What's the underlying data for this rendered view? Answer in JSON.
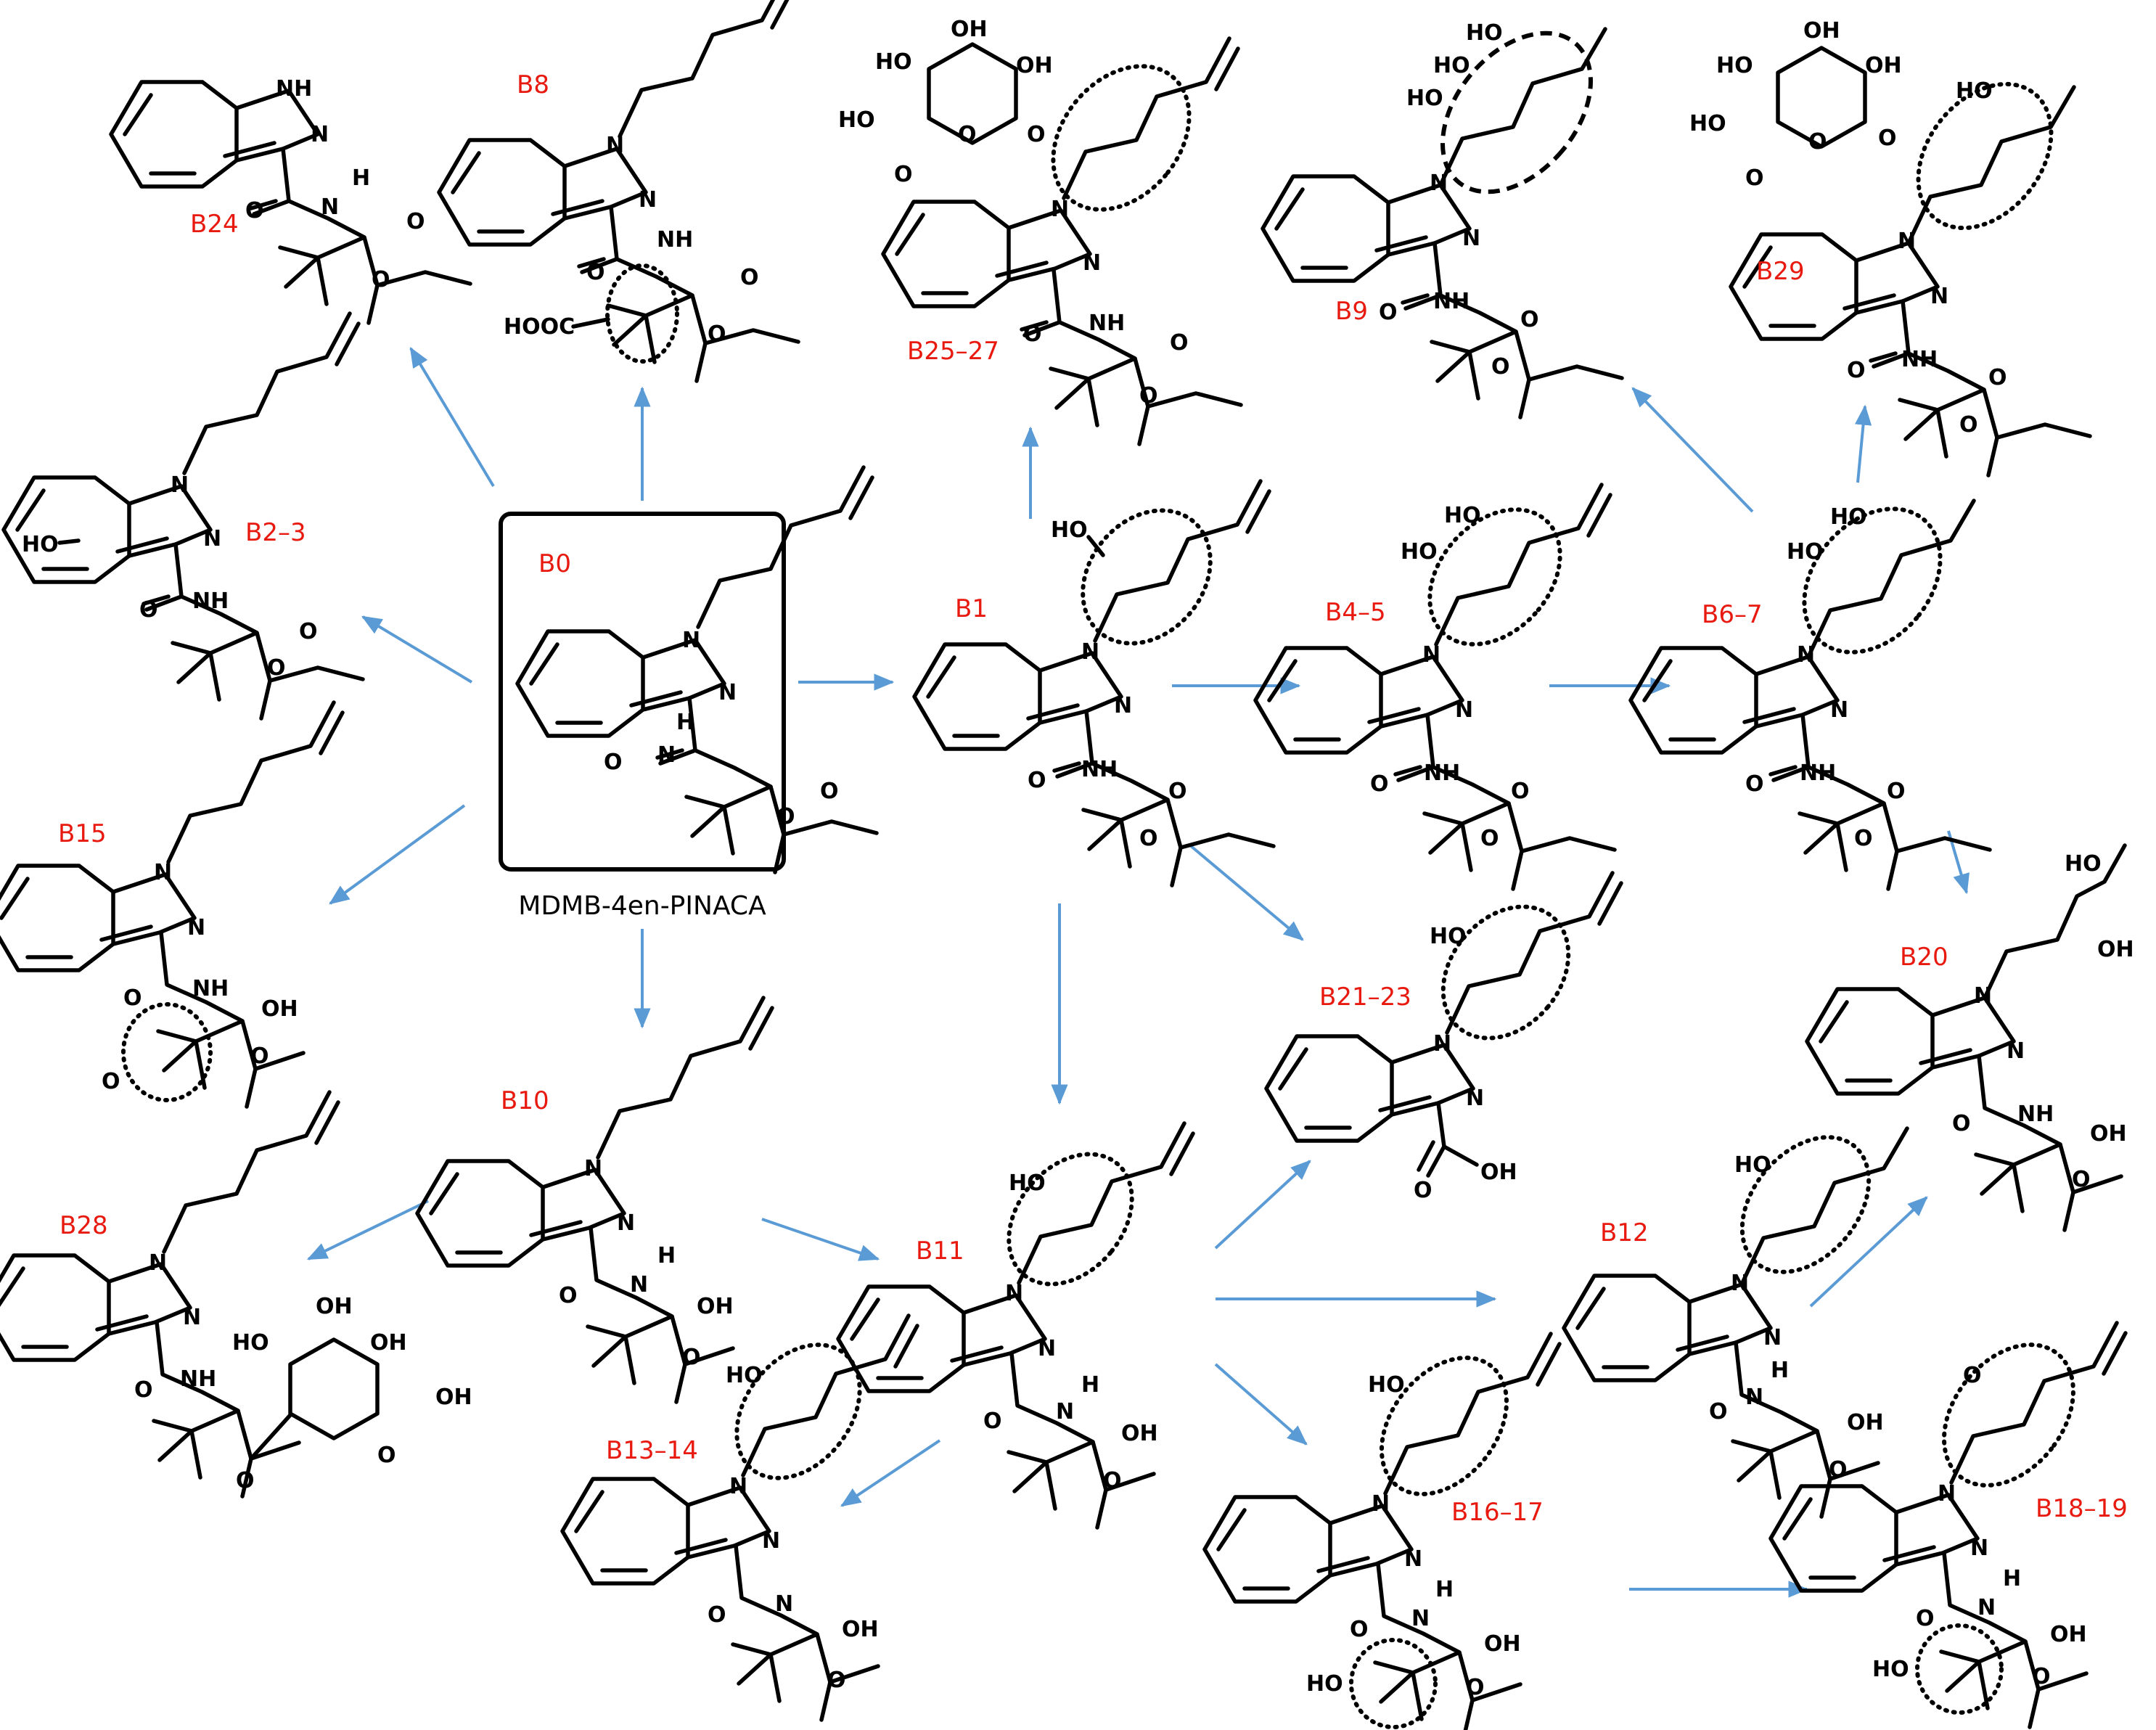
{
  "scheme": {
    "parent_label": "MDMB-4en-PINACA",
    "compound_ids": {
      "B0": "B0",
      "B1": "B1",
      "B2_3": "B2–3",
      "B4_5": "B4–5",
      "B6_7": "B6–7",
      "B8": "B8",
      "B9": "B9",
      "B10": "B10",
      "B11": "B11",
      "B12": "B12",
      "B13_14": "B13–14",
      "B15": "B15",
      "B16_17": "B16–17",
      "B18_19": "B18–19",
      "B20": "B20",
      "B21_23": "B21–23",
      "B24": "B24",
      "B25_27": "B25–27",
      "B28": "B28",
      "B29": "B29"
    },
    "atoms": {
      "N": "N",
      "NH": "NH",
      "H": "H",
      "O": "O",
      "HO": "HO",
      "OH": "OH",
      "HOOC": "HOOC"
    },
    "colors": {
      "arrow": "#5b9bd5",
      "compound_id": "#e8190f",
      "structure": "#000000"
    }
  }
}
